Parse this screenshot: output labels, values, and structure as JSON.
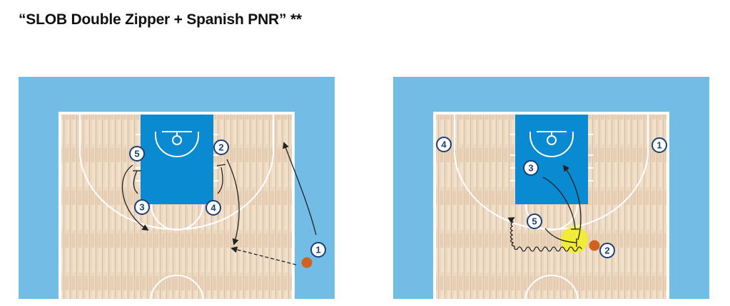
{
  "title": "“SLOB Double Zipper + Spanish PNR” **",
  "colors": {
    "out_of_bounds": "#72bde6",
    "paint": "#0a8ad0",
    "wood": "#ecd8c0",
    "lines": "#ffffff",
    "player_ring": "#1d3f73",
    "highlight": "#f2ee2a",
    "ball": "#d2601f"
  },
  "diagrams": [
    {
      "name": "left",
      "players": [
        "5",
        "2",
        "3",
        "4",
        "1"
      ]
    },
    {
      "name": "right",
      "players": [
        "4",
        "1",
        "3",
        "5",
        "2"
      ]
    }
  ]
}
